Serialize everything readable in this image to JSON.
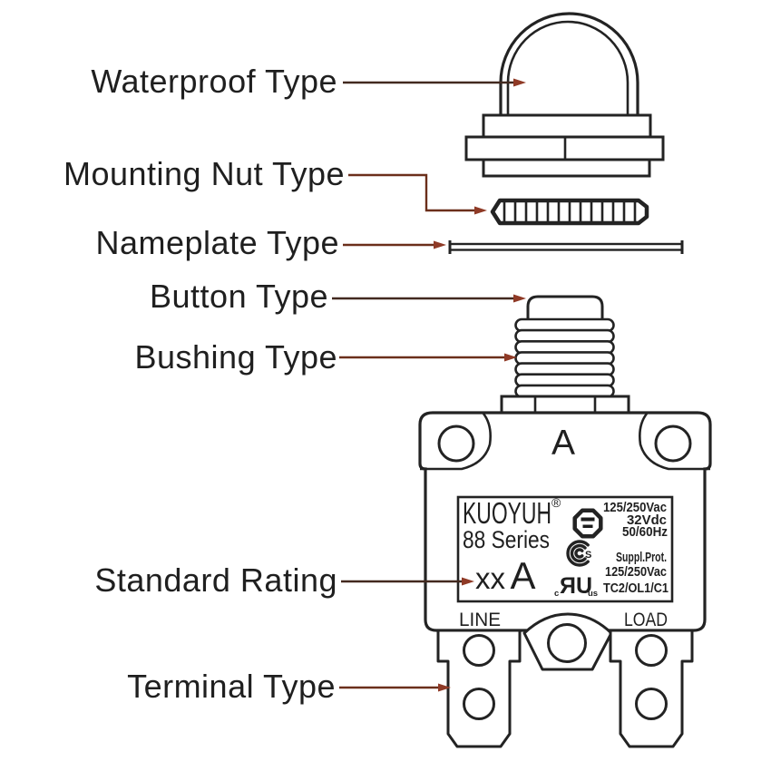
{
  "page": {
    "background": "#ffffff"
  },
  "colors": {
    "ink": "#232323",
    "text": "#1f1f1f",
    "leader_dark": "#42291f",
    "leader_red": "#6b2f1b",
    "arrow": "#8f3a26",
    "mark_fill": "#1d1d1d"
  },
  "callouts": {
    "waterproof": "Waterproof Type",
    "mounting_nut": "Mounting Nut Type",
    "nameplate": "Nameplate Type",
    "button": "Button Type",
    "bushing": "Bushing Type",
    "standard_rating": "Standard Rating",
    "terminal": "Terminal Type"
  },
  "device": {
    "top_marking": "A",
    "plate": {
      "brand": "KUOYUH",
      "registered": "®",
      "series": "88 Series",
      "rating_value": "xx",
      "rating_unit": "A",
      "spec_ac": "125/250Vac",
      "spec_dc": "32Vdc",
      "spec_freq": "50/60Hz",
      "suppl_prot": "Suppl.Prot.",
      "suppl_rating": "125/250Vac",
      "cert_code": "TC2/OL1/C1",
      "ccs_s": "S",
      "ul_c": "c",
      "ul_mark": "ЯU",
      "ul_us": "us"
    },
    "line_label": "LINE",
    "load_label": "LOAD"
  }
}
